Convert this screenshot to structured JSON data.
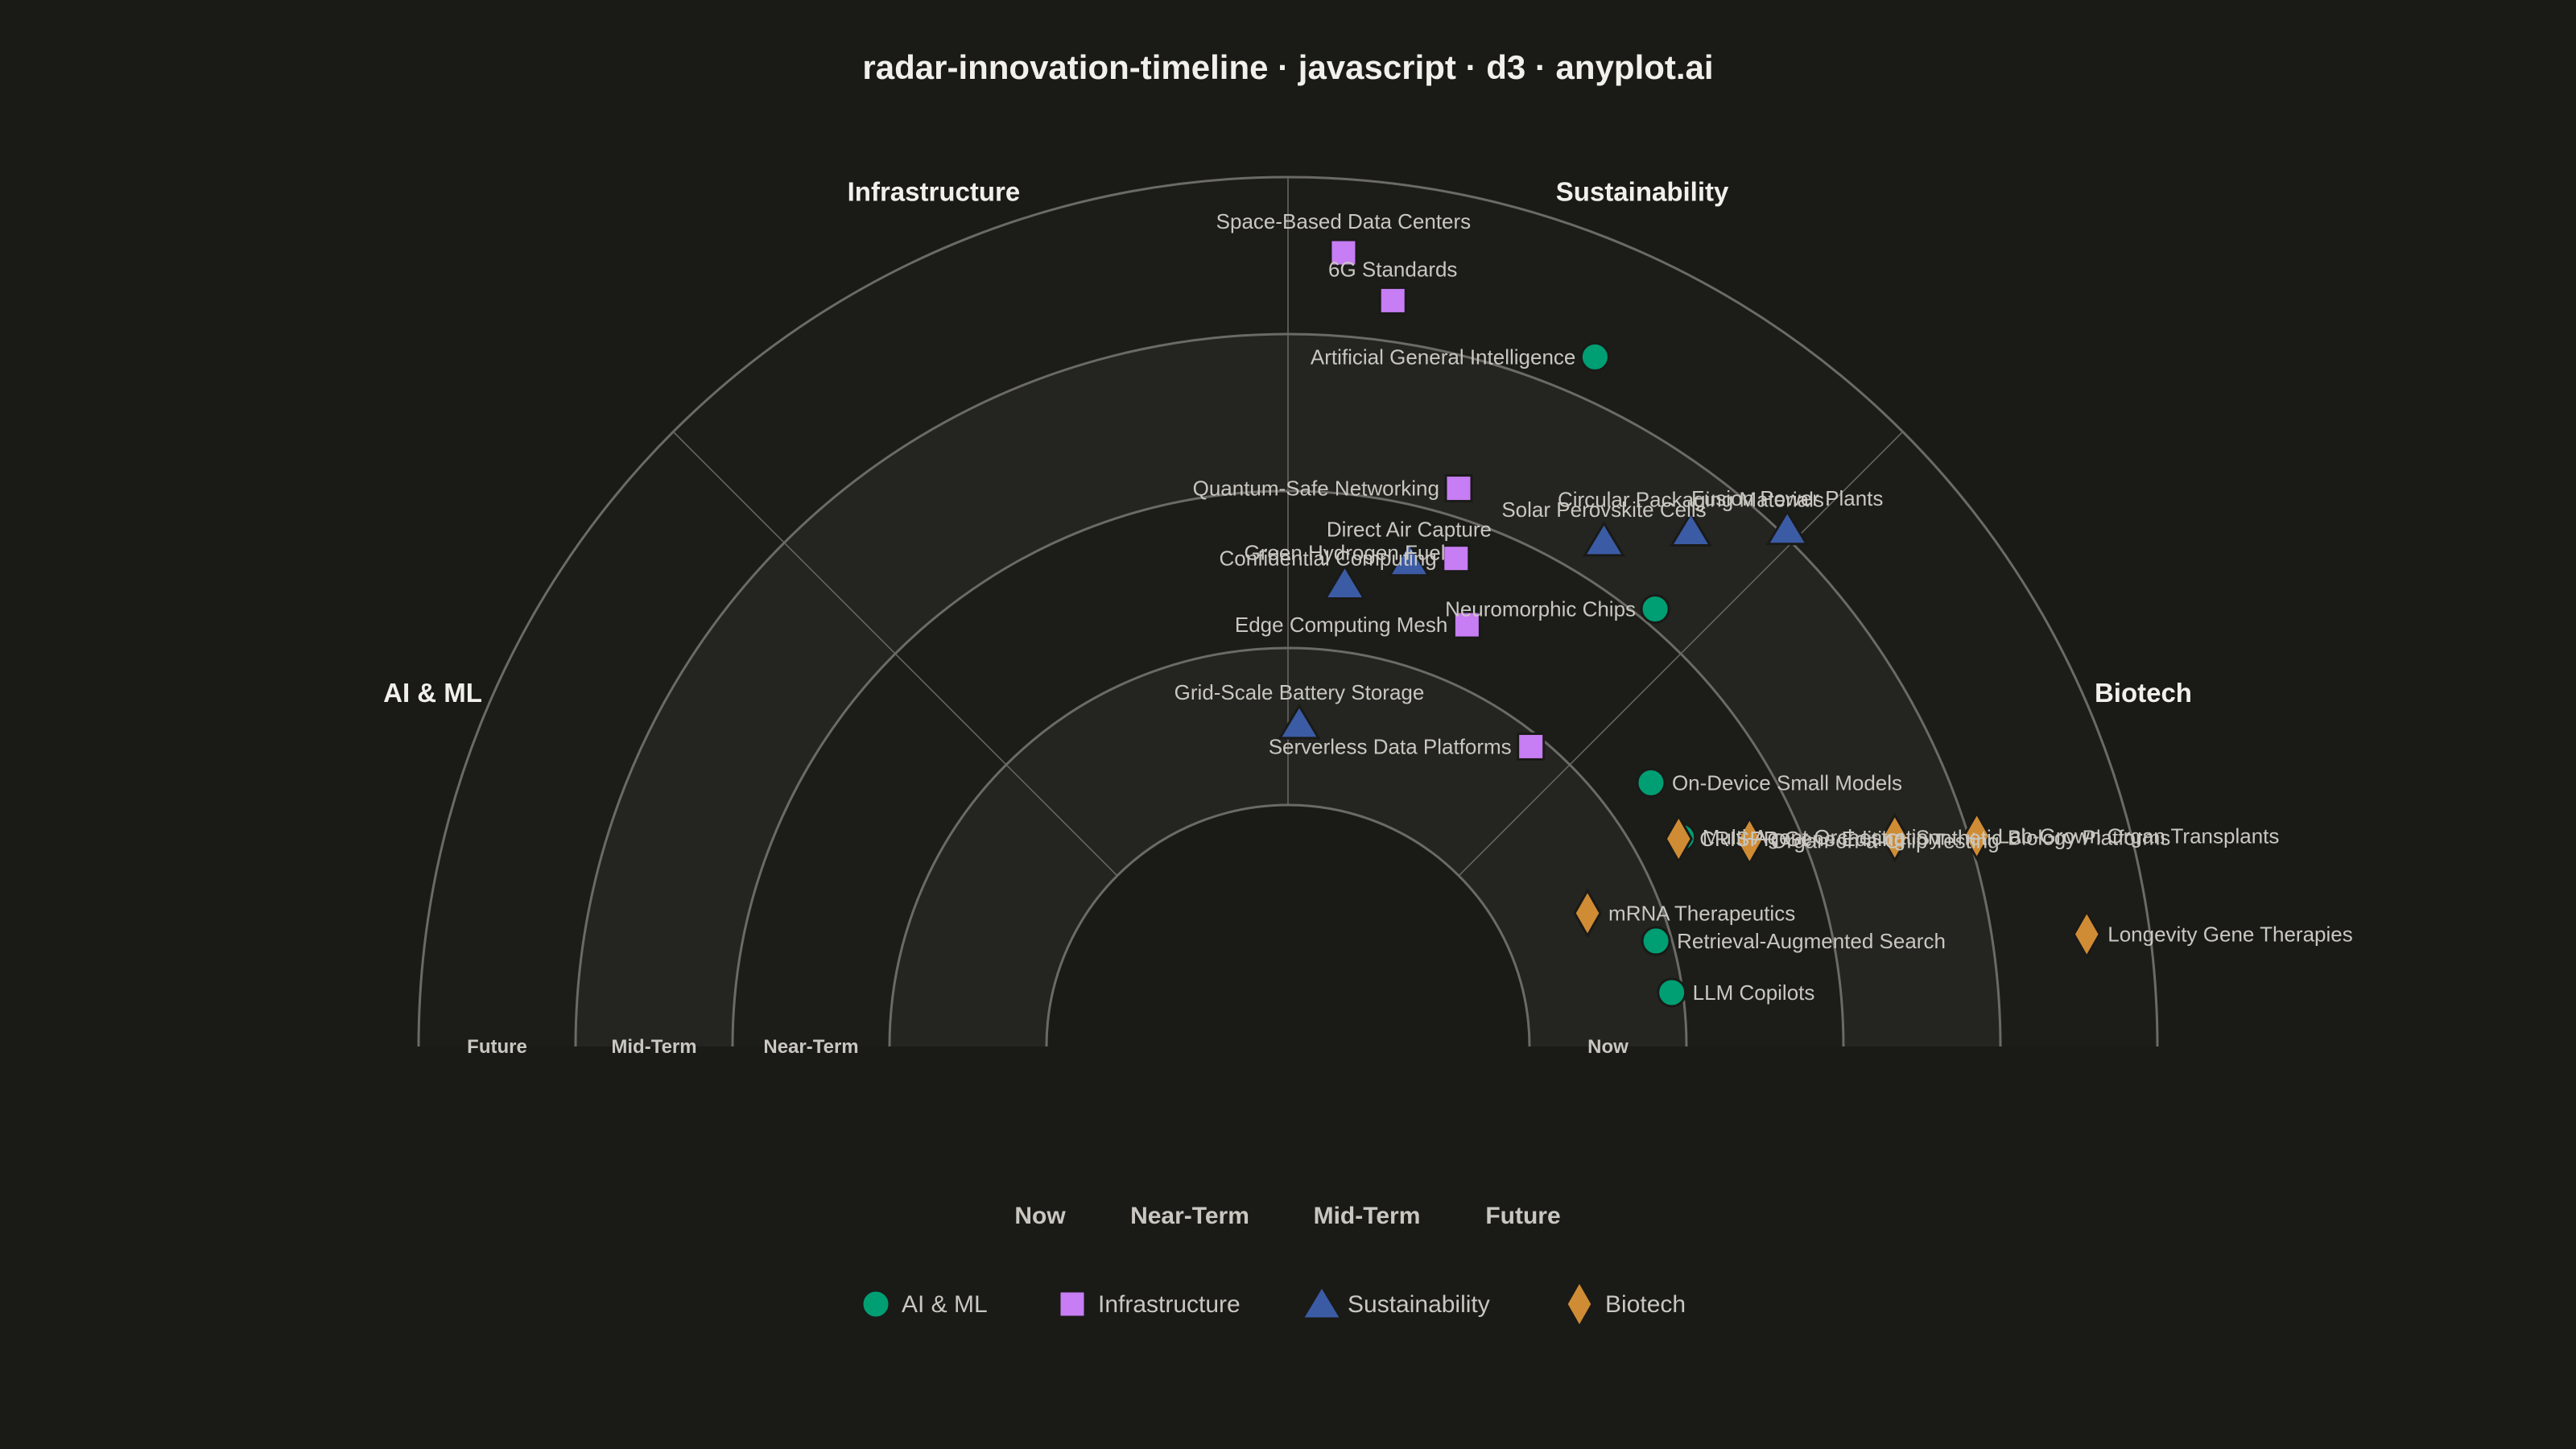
{
  "title": "radar-innovation-timeline · javascript · d3 · anyplot.ai",
  "chart_data": {
    "type": "scatter",
    "layout": "semicircular radar",
    "rings": [
      "Now",
      "Near-Term",
      "Mid-Term",
      "Future"
    ],
    "sectors": [
      {
        "name": "AI & ML",
        "color": "#009e73",
        "marker": "circle"
      },
      {
        "name": "Infrastructure",
        "color": "#c77df3",
        "marker": "square"
      },
      {
        "name": "Sustainability",
        "color": "#3b5ba5",
        "marker": "triangle"
      },
      {
        "name": "Biotech",
        "color": "#d08c34",
        "marker": "diamond"
      }
    ],
    "points": [
      {
        "name": "LLM Copilots",
        "sector": "AI & ML",
        "ring": "Now",
        "r": 0.93,
        "angle": 8
      },
      {
        "name": "Retrieval-Augmented Search",
        "sector": "AI & ML",
        "ring": "Now",
        "r": 0.9,
        "angle": 16
      },
      {
        "name": "Multi-Agent Orchestration",
        "sector": "AI & ML",
        "ring": "Near-Term",
        "r": 0.3,
        "angle": 28
      },
      {
        "name": "On-Device Small Models",
        "sector": "AI & ML",
        "ring": "Near-Term",
        "r": 0.32,
        "angle": 36
      },
      {
        "name": "Neuromorphic Chips",
        "sector": "AI & ML",
        "ring": "Mid-Term",
        "r": 0.1,
        "angle": 50
      },
      {
        "name": "Artificial General Intelligence",
        "sector": "AI & ML",
        "ring": "Future",
        "r": 0.27,
        "angle": 66
      },
      {
        "name": "Serverless Data Platforms",
        "sector": "Infrastructure",
        "ring": "Now",
        "r": 0.92,
        "angle": 51
      },
      {
        "name": "Edge Computing Mesh",
        "sector": "Infrastructure",
        "ring": "Near-Term",
        "r": 0.38,
        "angle": 67
      },
      {
        "name": "Confidential Computing",
        "sector": "Infrastructure",
        "ring": "Near-Term",
        "r": 0.75,
        "angle": 71
      },
      {
        "name": "Quantum-Safe Networking",
        "sector": "Infrastructure",
        "ring": "Mid-Term",
        "r": 0.18,
        "angle": 73
      },
      {
        "name": "6G Standards",
        "sector": "Infrastructure",
        "ring": "Future",
        "r": 0.26,
        "angle": 82
      },
      {
        "name": "Space-Based Data Centers",
        "sector": "Infrastructure",
        "ring": "Future",
        "r": 0.53,
        "angle": 86
      },
      {
        "name": "Grid-Scale Battery Storage",
        "sector": "Sustainability",
        "ring": "Now",
        "r": 0.52,
        "angle": 88
      },
      {
        "name": "Green Hydrogen Fuel",
        "sector": "Sustainability",
        "ring": "Near-Term",
        "r": 0.43,
        "angle": 83
      },
      {
        "name": "Direct Air Capture",
        "sector": "Sustainability",
        "ring": "Near-Term",
        "r": 0.65,
        "angle": 76
      },
      {
        "name": "Solar Perovskite Cells",
        "sector": "Sustainability",
        "ring": "Mid-Term",
        "r": 0.26,
        "angle": 58
      },
      {
        "name": "Circular Packaging Materials",
        "sector": "Sustainability",
        "ring": "Mid-Term",
        "r": 0.63,
        "angle": 52
      },
      {
        "name": "Fusion Power Plants",
        "sector": "Sustainability",
        "ring": "Future",
        "r": 0.04,
        "angle": 46
      },
      {
        "name": "mRNA Therapeutics",
        "sector": "Biotech",
        "ring": "Now",
        "r": 0.55,
        "angle": 24
      },
      {
        "name": "CRISPR Gene Editing",
        "sector": "Biotech",
        "ring": "Near-Term",
        "r": 0.28,
        "angle": 28
      },
      {
        "name": "Organ-on-a-Chip Testing",
        "sector": "Biotech",
        "ring": "Near-Term",
        "r": 0.68,
        "angle": 24
      },
      {
        "name": "Synthetic Biology Platforms",
        "sector": "Biotech",
        "ring": "Mid-Term",
        "r": 0.55,
        "angle": 19
      },
      {
        "name": "Lab-Grown Organ Transplants",
        "sector": "Biotech",
        "ring": "Future",
        "r": 0.05,
        "angle": 17
      },
      {
        "name": "Longevity Gene Therapies",
        "sector": "Biotech",
        "ring": "Future",
        "r": 0.6,
        "angle": 8
      }
    ]
  }
}
